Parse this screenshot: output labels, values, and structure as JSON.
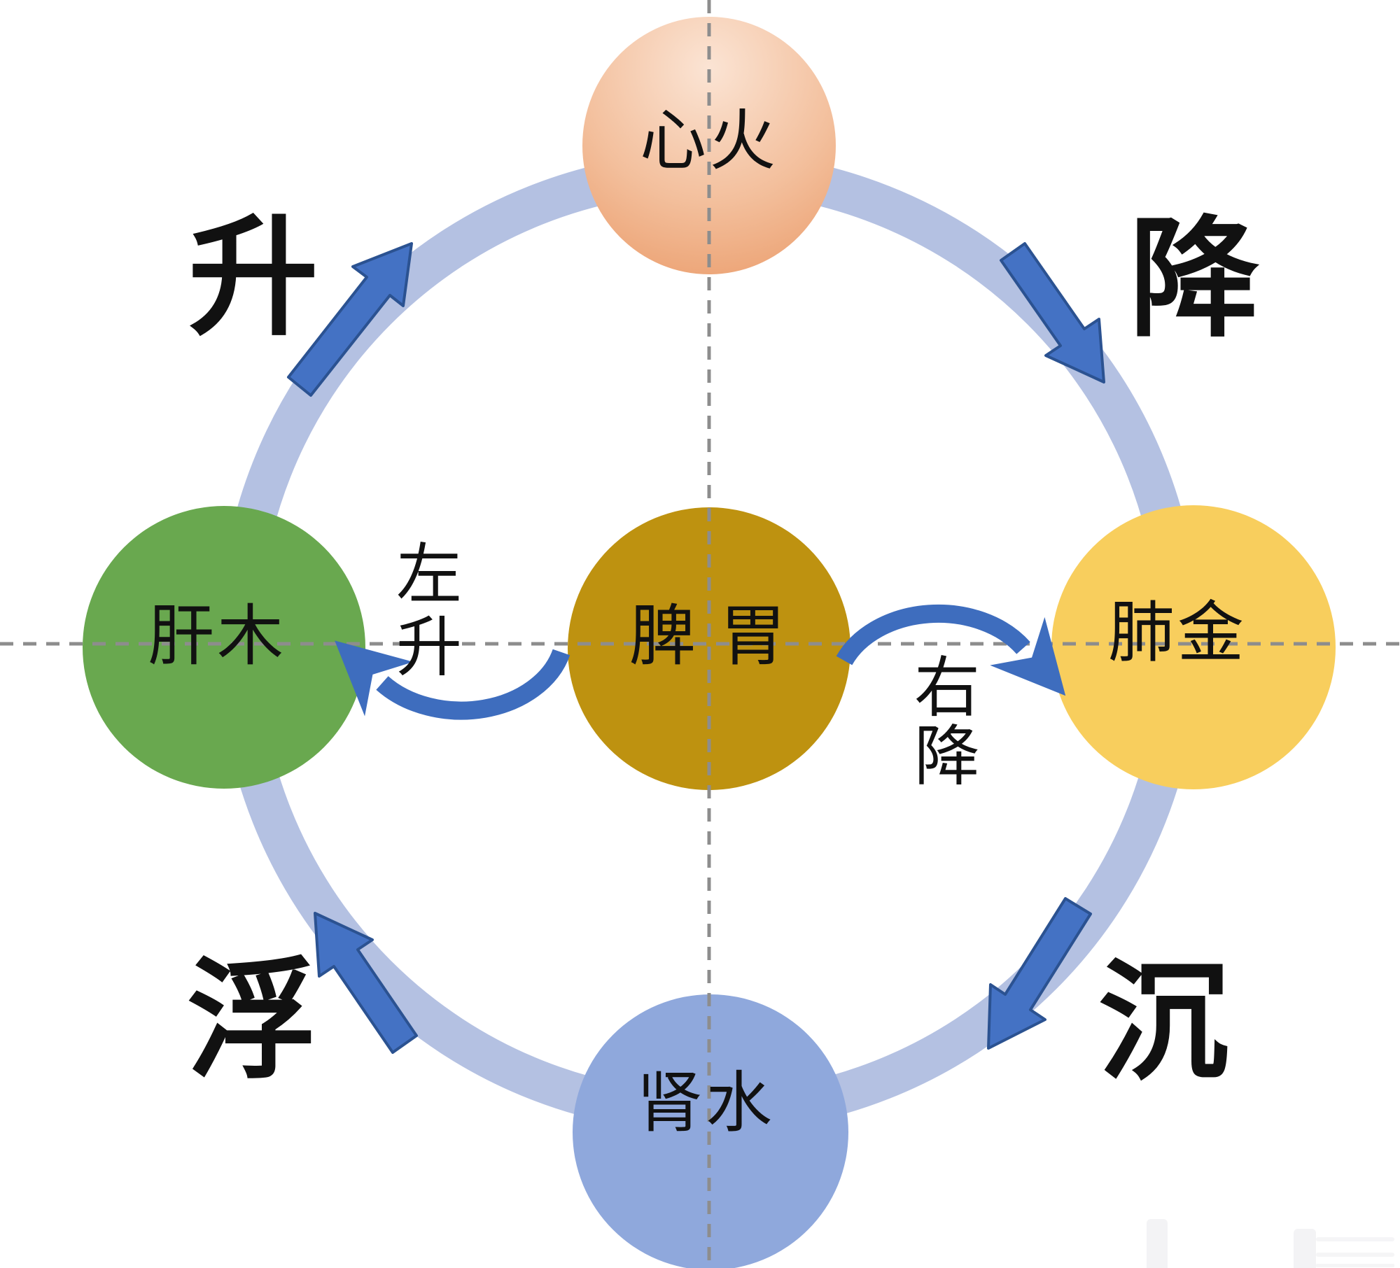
{
  "diagram": {
    "nodes": {
      "heart": {
        "label": "心火"
      },
      "liver": {
        "label": "肝木"
      },
      "spleen": {
        "label": "脾 胃"
      },
      "lung": {
        "label": "肺金"
      },
      "kidney": {
        "label": "肾水"
      }
    },
    "ring_labels": {
      "rise": "升",
      "descend": "降",
      "float": "浮",
      "sink": "沉"
    },
    "inner_labels": {
      "left_rise": {
        "line1": "左",
        "line2": "升"
      },
      "right_descend": {
        "line1": "右",
        "line2": "降"
      }
    },
    "colors": {
      "ring": "#B4C1E2",
      "arrow_fill": "#4472C4",
      "arrow_border": "#2B5291",
      "curved_arrow": "#3E6DBE",
      "dash": "#8D8D8D",
      "liver": "#69A84F",
      "spleen": "#BE9210",
      "lung": "#F8CE5D",
      "kidney": "#8FA8DC",
      "heart_grad": [
        "#FBE4D4",
        "#F3BF9C",
        "#EA9A68"
      ],
      "text": "#111111"
    }
  }
}
